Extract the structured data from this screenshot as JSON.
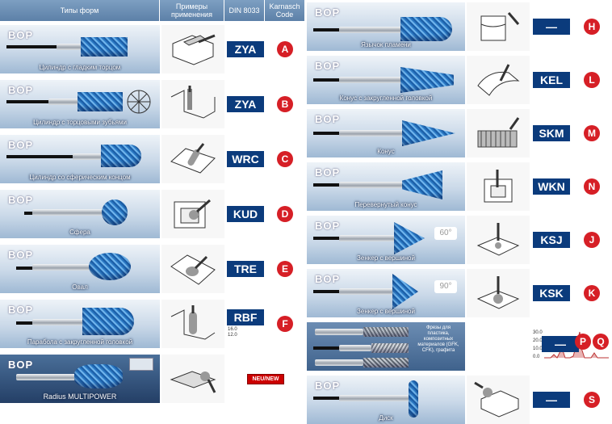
{
  "header": {
    "types": "Типы форм",
    "examples": "Примеры применения",
    "din": "DIN 8033",
    "karnasch": "Karnasch Code"
  },
  "logo": "BOP",
  "left_rows": [
    {
      "name": "Цилиндр с гладким торцом",
      "din": "ZYA",
      "letter": "A"
    },
    {
      "name": "Цилиндр с торцовыми зубьями",
      "din": "ZYA",
      "letter": "B"
    },
    {
      "name": "Цилиндр со сферическим концом",
      "din": "WRC",
      "letter": "C"
    },
    {
      "name": "Сфера",
      "din": "KUD",
      "letter": "D"
    },
    {
      "name": "Овал",
      "din": "TRE",
      "letter": "E"
    },
    {
      "name": "Парабола с закругленной головкой",
      "din": "RBF",
      "letter": "F"
    },
    {
      "name": "Radius MULTIPOWER",
      "din": "",
      "letter": ""
    }
  ],
  "rbf_scale": [
    "16.0",
    "12.0"
  ],
  "new_badge": "NEU/NEW",
  "right_rows": [
    {
      "name": "Язычок пламени",
      "din": "—",
      "letter": "H"
    },
    {
      "name": "Конус с закругленной головкой",
      "din": "KEL",
      "letter": "L"
    },
    {
      "name": "Конус",
      "din": "SKM",
      "letter": "M"
    },
    {
      "name": "Перевернутый конус",
      "din": "WKN",
      "letter": "N"
    },
    {
      "name": "Зенкер с вершиной",
      "din": "KSJ",
      "letter": "J",
      "angle": "60°"
    },
    {
      "name": "Зенкер с вершиной",
      "din": "KSK",
      "letter": "K",
      "angle": "90°"
    },
    {
      "name": "",
      "din": "—",
      "letter": "P",
      "letter2": "Q"
    },
    {
      "name": "Диск",
      "din": "—",
      "letter": "S"
    }
  ],
  "plastic_note": "Фрезы для пластика, композитных материалов (GFK, CFK), графита",
  "mini_chart_ticks": [
    "30.0",
    "20.0",
    "10.0",
    "0.0"
  ]
}
